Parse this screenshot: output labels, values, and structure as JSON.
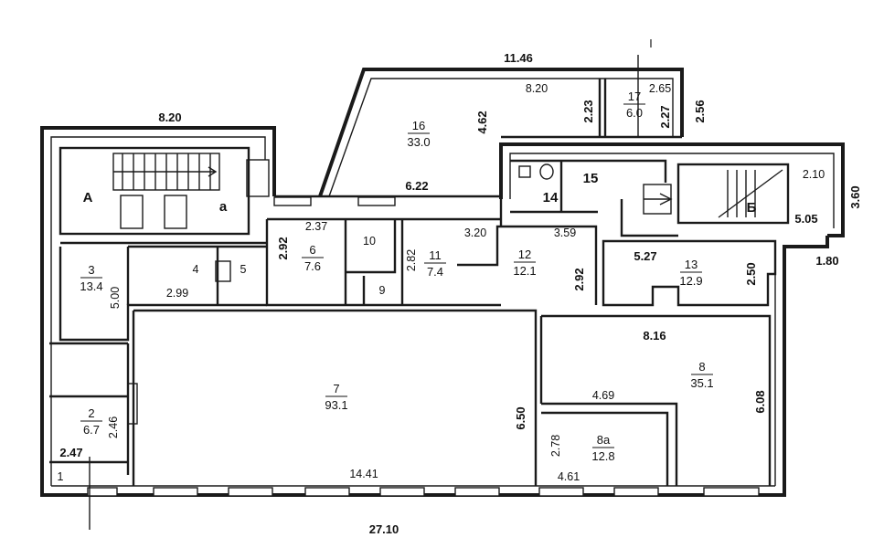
{
  "plan": {
    "total_width": "27.10",
    "dims": {
      "top_left_width": "8.20",
      "top_right_width": "11.46",
      "r16_inner_width": "8.20",
      "r16_side": "4.62",
      "r16_bottom": "6.22",
      "r17_top": "2.65",
      "r17_side_left": "2.23",
      "r17_side_right": "2.27",
      "r17_outer": "2.56",
      "stairB_h1": "2.10",
      "stairB_outer": "3.60",
      "stairB_w": "5.05",
      "east_step": "1.80",
      "r6_w": "2.37",
      "r6_h": "2.92",
      "r11_h": "2.82",
      "r11_w": "3.20",
      "r12_w": "3.59",
      "r12_h": "2.92",
      "r13_w": "5.27",
      "r13_h": "2.50",
      "r3_h": "5.00",
      "r4_w": "2.99",
      "r2_h": "2.46",
      "r1_w": "2.47",
      "r8_w": "8.16",
      "r8_h": "6.08",
      "r8a_top": "4.69",
      "r8a_h": "2.78",
      "r8a_bottom": "4.61",
      "r7_h": "6.50",
      "r7_w": "14.41"
    },
    "rooms": [
      {
        "num": "16",
        "area": "33.0"
      },
      {
        "num": "17",
        "area": "6.0"
      },
      {
        "num": "6",
        "area": "7.6"
      },
      {
        "num": "11",
        "area": "7.4"
      },
      {
        "num": "12",
        "area": "12.1"
      },
      {
        "num": "13",
        "area": "12.9"
      },
      {
        "num": "3",
        "area": "13.4"
      },
      {
        "num": "7",
        "area": "93.1"
      },
      {
        "num": "8",
        "area": "35.1"
      },
      {
        "num": "8a",
        "area": "12.8"
      },
      {
        "num": "2",
        "area": "6.7"
      }
    ],
    "plain_labels": {
      "stair_a_upper": "A",
      "stair_a_lower": "a",
      "stair_b": "Б",
      "r1": "1",
      "r4": "4",
      "r5": "5",
      "r9": "9",
      "r10": "10",
      "r14": "14",
      "r15": "15",
      "section_mark": "I"
    }
  }
}
